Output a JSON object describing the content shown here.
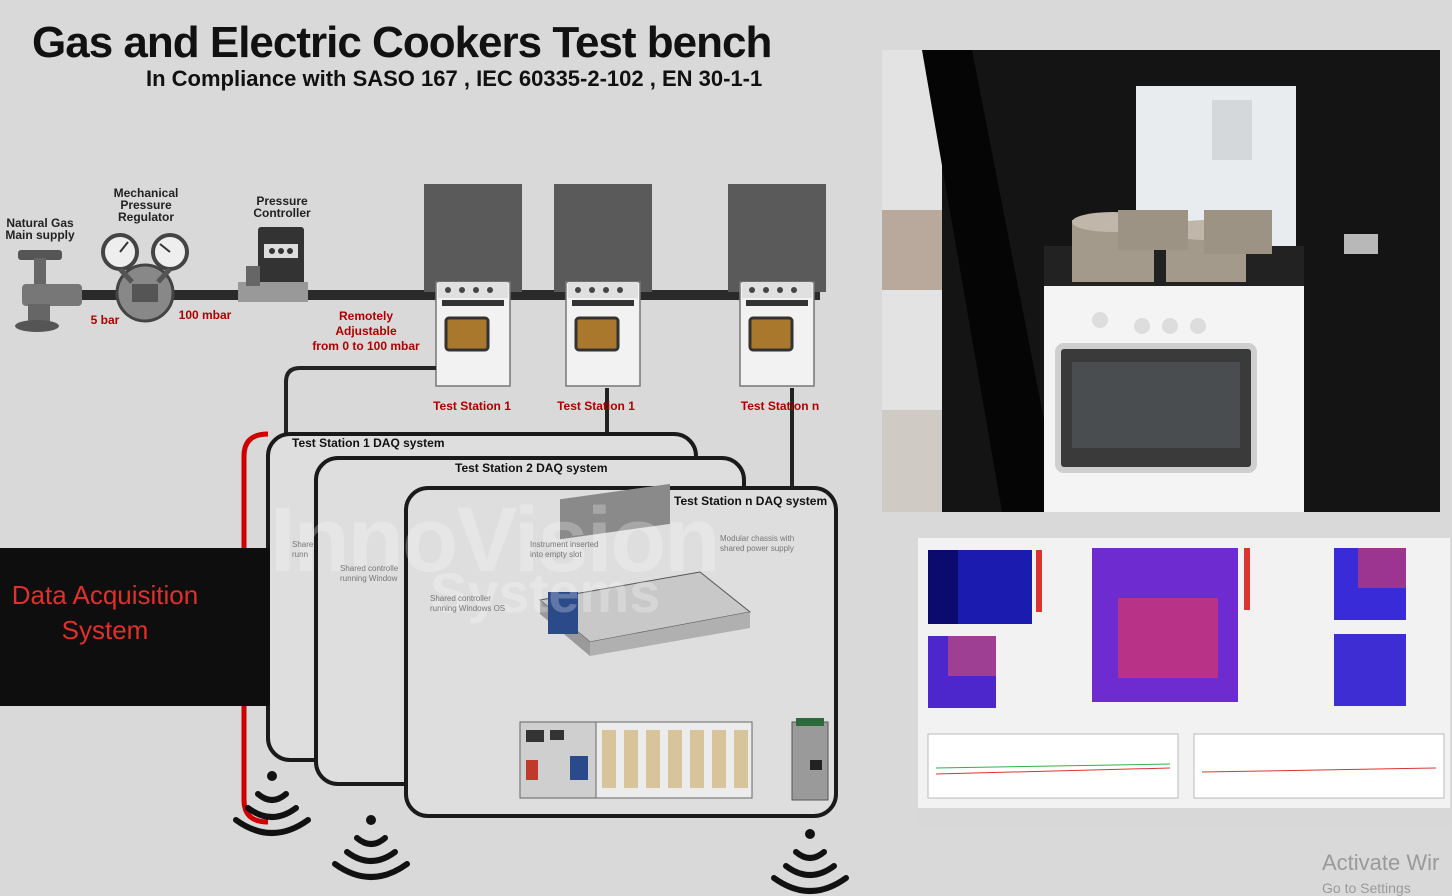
{
  "header": {
    "title": "Gas and Electric Cookers Test bench",
    "subtitle": "In Compliance with SASO 167  , IEC 60335-2-102 ,  EN 30-1-1"
  },
  "gas_line": {
    "supply_label": "Natural Gas\nMain supply",
    "regulator_label": "Mechanical\nPressure\nRegulator",
    "controller_label": "Pressure\nController",
    "pressure_in": "5 bar",
    "pressure_out": "100 mbar",
    "adjust_note": "Remotely\nAdjustable\nfrom 0 to 100 mbar"
  },
  "stations": [
    {
      "label": "Test Station 1"
    },
    {
      "label": "Test Station 1"
    },
    {
      "label": "Test Station  n"
    }
  ],
  "daq_systems": [
    {
      "label": "Test Station 1 DAQ system"
    },
    {
      "label": "Test Station 2 DAQ system"
    },
    {
      "label": "Test Station n DAQ system"
    }
  ],
  "daq_annotations": {
    "instrument": "Instrument inserted\ninto empty slot",
    "chassis": "Modular chassis with\nshared power supply",
    "controller": "Shared controller\nrunning Windows OS",
    "controller_mid": "Shared controlle\nrunning Window",
    "controller_back": "Share\nrunn"
  },
  "daq_band": {
    "label": "Data Acquisition\nSystem"
  },
  "watermark_logo": {
    "line1": "InnoVision",
    "line2": "Systems"
  },
  "system_watermark": {
    "line1": "Activate Wir",
    "line2": "Go to Settings"
  },
  "colors": {
    "accent_red": "#b00000",
    "daq_red": "#e0302a",
    "band": "#0e0e0e",
    "background": "#d9d9d9"
  }
}
